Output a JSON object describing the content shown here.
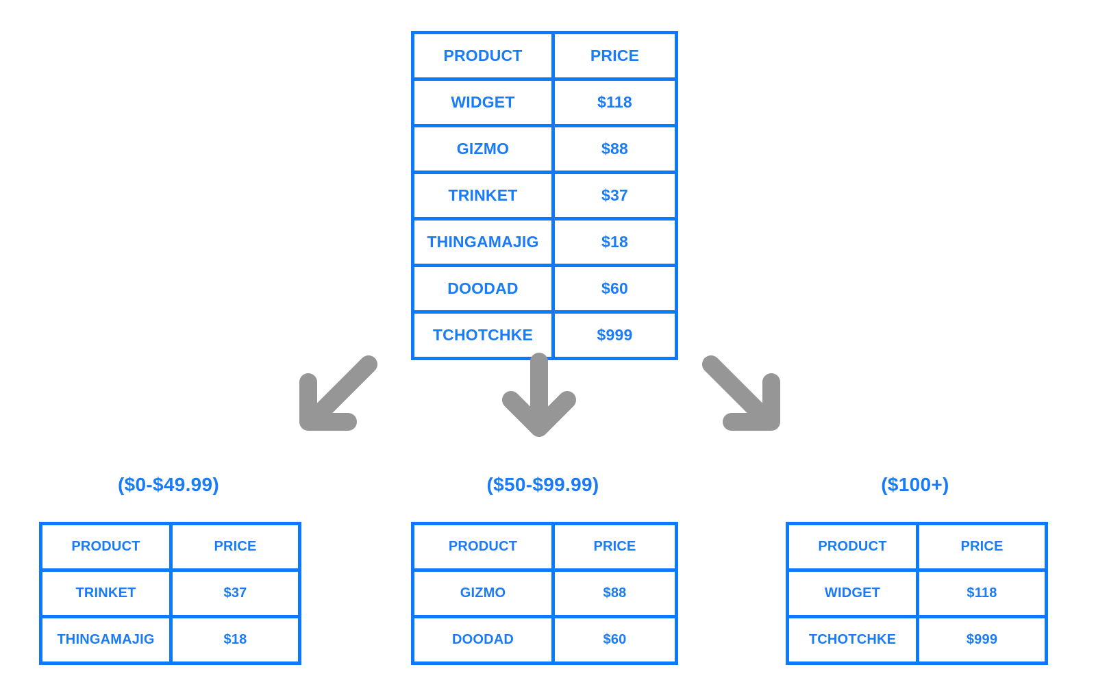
{
  "source_table": {
    "name": "source-products-table",
    "columns": [
      "PRODUCT",
      "PRICE"
    ],
    "rows": [
      {
        "product": "WIDGET",
        "price": "$118"
      },
      {
        "product": "GIZMO",
        "price": "$88"
      },
      {
        "product": "TRINKET",
        "price": "$37"
      },
      {
        "product": "THINGAMAJIG",
        "price": "$18"
      },
      {
        "product": "DOODAD",
        "price": "$60"
      },
      {
        "product": "TCHOTCHKE",
        "price": "$999"
      }
    ]
  },
  "arrows": [
    {
      "icon": "arrow-down-left-icon",
      "direction": "down-left"
    },
    {
      "icon": "arrow-down-icon",
      "direction": "down"
    },
    {
      "icon": "arrow-down-right-icon",
      "direction": "down-right"
    }
  ],
  "buckets": [
    {
      "caption": "($0-$49.99)",
      "columns": [
        "PRODUCT",
        "PRICE"
      ],
      "rows": [
        {
          "product": "TRINKET",
          "price": "$37"
        },
        {
          "product": "THINGAMAJIG",
          "price": "$18"
        }
      ]
    },
    {
      "caption": "($50-$99.99)",
      "columns": [
        "PRODUCT",
        "PRICE"
      ],
      "rows": [
        {
          "product": "GIZMO",
          "price": "$88"
        },
        {
          "product": "DOODAD",
          "price": "$60"
        }
      ]
    },
    {
      "caption": "($100+)",
      "columns": [
        "PRODUCT",
        "PRICE"
      ],
      "rows": [
        {
          "product": "WIDGET",
          "price": "$118"
        },
        {
          "product": "TCHOTCHKE",
          "price": "$999"
        }
      ]
    }
  ],
  "colors": {
    "accent_blue": "#1a7bf7",
    "border_blue": "#0d7afe",
    "arrow_gray": "#969696",
    "background": "#ffffff"
  }
}
